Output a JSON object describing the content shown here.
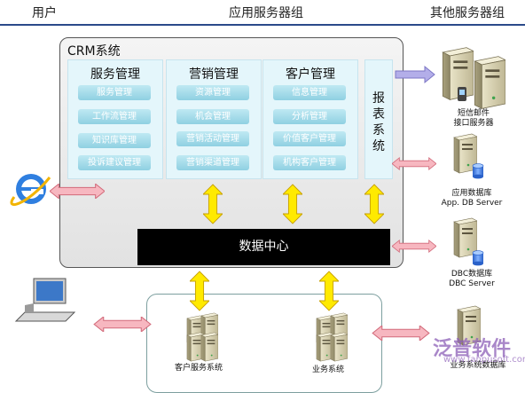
{
  "header": {
    "user": "用户",
    "app_group": "应用服务器组",
    "other_group": "其他服务器组"
  },
  "crm": {
    "title": "CRM系统",
    "panels": [
      {
        "title": "服务管理",
        "items": [
          "服务管理",
          "工作流管理",
          "知识库管理",
          "投诉建议管理"
        ]
      },
      {
        "title": "营销管理",
        "items": [
          "资源管理",
          "机会管理",
          "营销活动管理",
          "营销渠道管理"
        ]
      },
      {
        "title": "客户管理",
        "items": [
          "信息管理",
          "分析管理",
          "价值客户管理",
          "机构客户管理"
        ]
      }
    ],
    "report": "报表系统",
    "data_center": "数据中心"
  },
  "servers": {
    "sms": [
      "短信邮件",
      "接口服务器"
    ],
    "app_db": [
      "应用数据库",
      "App. DB Server"
    ],
    "dbc": [
      "DBC数据库",
      "DBC Server"
    ],
    "biz_db": "业务系统数据库"
  },
  "bottom": {
    "customer_service": "客户服务系统",
    "business": "业务系统"
  },
  "watermark": {
    "brand": "泛普软件",
    "url": "www.fanpusoft.com"
  },
  "colors": {
    "accent_line": "#2a4a8a",
    "item_fill": "#8fd0e2",
    "pink_arrow": "#f2a7b0",
    "yellow_arrow": "#ffe800",
    "purple_arrow": "#a9a4e6"
  },
  "icons": [
    "ie-browser-icon",
    "laptop-icon",
    "server-icon",
    "database-icon"
  ]
}
